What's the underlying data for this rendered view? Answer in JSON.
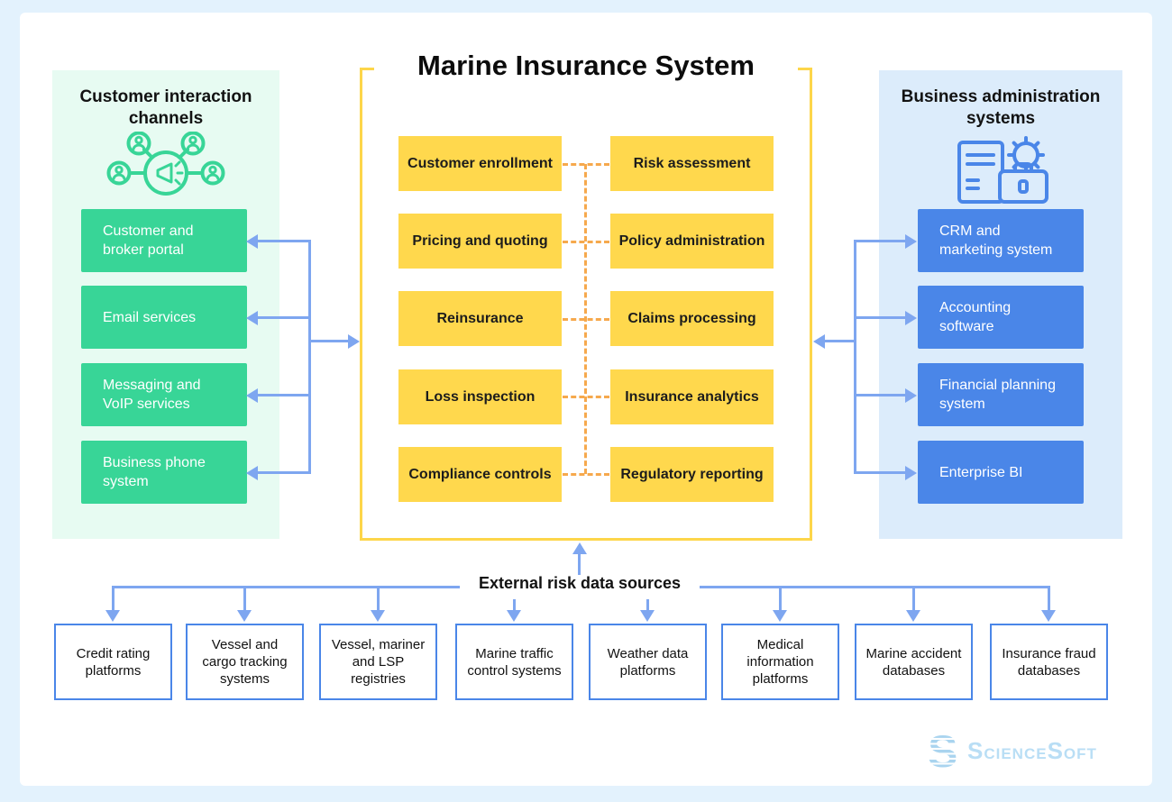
{
  "title": "Marine Insurance System",
  "left_panel": {
    "title": "Customer interaction channels",
    "icon": "communication-channels-icon",
    "items": [
      "Customer and broker portal",
      "Email services",
      "Messaging and VoIP services",
      "Business phone system"
    ]
  },
  "center": {
    "left_modules": [
      "Customer enrollment",
      "Pricing and quoting",
      "Reinsurance",
      "Loss inspection",
      "Compliance controls"
    ],
    "right_modules": [
      "Risk assessment",
      "Policy administration",
      "Claims processing",
      "Insurance analytics",
      "Regulatory reporting"
    ]
  },
  "right_panel": {
    "title": "Business administration systems",
    "icon": "business-admin-icon",
    "items": [
      "CRM and marketing system",
      "Accounting software",
      "Financial planning system",
      "Enterprise BI"
    ]
  },
  "bottom": {
    "label": "External risk data sources",
    "sources": [
      "Credit rating platforms",
      "Vessel and cargo tracking systems",
      "Vessel, mariner and LSP registries",
      "Marine traffic control systems",
      "Weather data platforms",
      "Medical information platforms",
      "Marine accident databases",
      "Insurance fraud databases"
    ]
  },
  "brand": {
    "name_caps": [
      "S",
      "CIENCE",
      "S",
      "OFT"
    ]
  },
  "colors": {
    "frame_bg": "#e3f2fd",
    "card_bg": "#ffffff",
    "mint_panel_bg": "#e7fbf2",
    "green_box": "#38d597",
    "yellow_box": "#ffd84d",
    "yellow_frame_border": "#fdd64a",
    "dotted_connector": "#f6a94d",
    "blue_box": "#4a86e8",
    "blue_panel_bg": "#dcecfb",
    "connector_blue": "#7ea6f0",
    "logo_blue": "#b9def5"
  }
}
